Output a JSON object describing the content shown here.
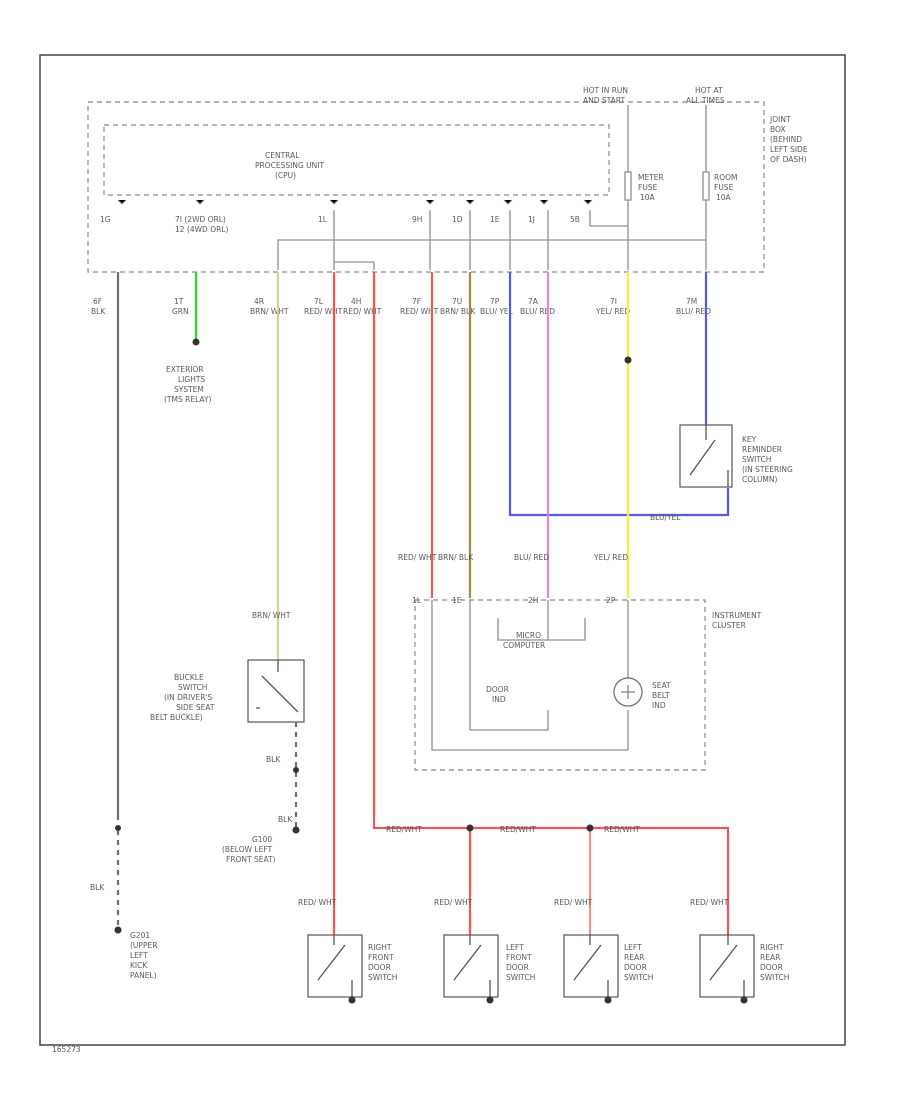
{
  "diagram_id": "165273",
  "wire_colors": {
    "black": "#6f6f6f",
    "green": "#22e022",
    "brown_white": "#ddd08a",
    "red": "#f25555",
    "brown_black": "#a48a40",
    "blue": "#5a5ae0",
    "pink": "#d88ad8",
    "yellow": "#f2f236",
    "light_red": "#f29090"
  },
  "power": {
    "hot_run_label": "HOT IN RUN",
    "hot_run_label2": "AND START",
    "hot_all_label": "HOT AT",
    "hot_all_label2": "ALL TIMES"
  },
  "junction_box": {
    "label": [
      "JOINT",
      "BOX",
      "(BEHIND",
      "LEFT SIDE",
      "OF DASH)"
    ],
    "meter_fuse": [
      "METER",
      "FUSE",
      "10A"
    ],
    "room_fuse": [
      "ROOM",
      "FUSE",
      "10A"
    ]
  },
  "cpu": {
    "label": [
      "CENTRAL",
      "PROCESSING UNIT",
      "(CPU)"
    ],
    "pin_labels": [
      "1G",
      "7I",
      "1L",
      "9H",
      "1D",
      "1E",
      "1J",
      "5B"
    ],
    "connector_note": [
      "7I (2WD ORL)",
      "12 (4WD ORL)"
    ]
  },
  "wires": [
    {
      "pin": "6F",
      "color": "BLK"
    },
    {
      "pin": "1T",
      "color": "GRN"
    },
    {
      "pin": "4R",
      "color": "BRN/ WHT"
    },
    {
      "pin": "7L",
      "color": "RED/ WHT"
    },
    {
      "pin": "4H",
      "color": "RED/ WHT"
    },
    {
      "pin": "7F",
      "color": "RED/ WHT"
    },
    {
      "pin": "7U",
      "color": "BRN/ BLK"
    },
    {
      "pin": "7P",
      "color": "BLU/ YEL"
    },
    {
      "pin": "7A",
      "color": "BLU/ RED"
    },
    {
      "pin": "7I",
      "color": "YEL/ RED"
    },
    {
      "pin": "7M",
      "color": "BLU/ RED"
    }
  ],
  "exterior_lights": [
    "EXTERIOR",
    "LIGHTS",
    "SYSTEM",
    "(TMS RELAY)"
  ],
  "key_reminder": [
    "KEY",
    "REMINDER",
    "SWITCH",
    "(IN STEERING",
    "COLUMN)"
  ],
  "blu_yel_label": "BLU/YEL",
  "instrument_cluster": {
    "label": [
      "INSTRUMENT",
      "CLUSTER"
    ],
    "microcomputer": [
      "MICRO",
      "COMPUTER"
    ],
    "door_ind": [
      "DOOR",
      "IND"
    ],
    "seat_belt_ind": [
      "SEAT",
      "BELT",
      "IND"
    ],
    "wire_labels": [
      "RED/ WHT",
      "BRN/ BLK",
      "BLU/ RED",
      "YEL/ RED"
    ],
    "pins": [
      "1L",
      "1E",
      "2H",
      "2P"
    ]
  },
  "buckle_switch": {
    "wire_label": "BRN/ WHT",
    "label": [
      "BUCKLE",
      "SWITCH",
      "(IN DRIVER'S",
      "SIDE SEAT",
      "BELT BUCKLE)"
    ],
    "ground_wire": "BLK",
    "ground_label": [
      "G100",
      "(BELOW LEFT",
      "FRONT SEAT)"
    ]
  },
  "ground_g201": {
    "wire": "BLK",
    "label": [
      "G201",
      "(UPPER",
      "LEFT",
      "KICK",
      "PANEL)"
    ]
  },
  "door_bus_labels": [
    "RED/WHT",
    "RED/WHT",
    "RED/WHT"
  ],
  "door_switches": [
    {
      "wire": "RED/ WHT",
      "label": [
        "RIGHT",
        "FRONT",
        "DOOR",
        "SWITCH"
      ]
    },
    {
      "wire": "RED/ WHT",
      "label": [
        "LEFT",
        "FRONT",
        "DOOR",
        "SWITCH"
      ]
    },
    {
      "wire": "RED/ WHT",
      "label": [
        "LEFT",
        "REAR",
        "DOOR",
        "SWITCH"
      ]
    },
    {
      "wire": "RED/ WHT",
      "label": [
        "RIGHT",
        "REAR",
        "DOOR",
        "SWITCH"
      ]
    }
  ]
}
